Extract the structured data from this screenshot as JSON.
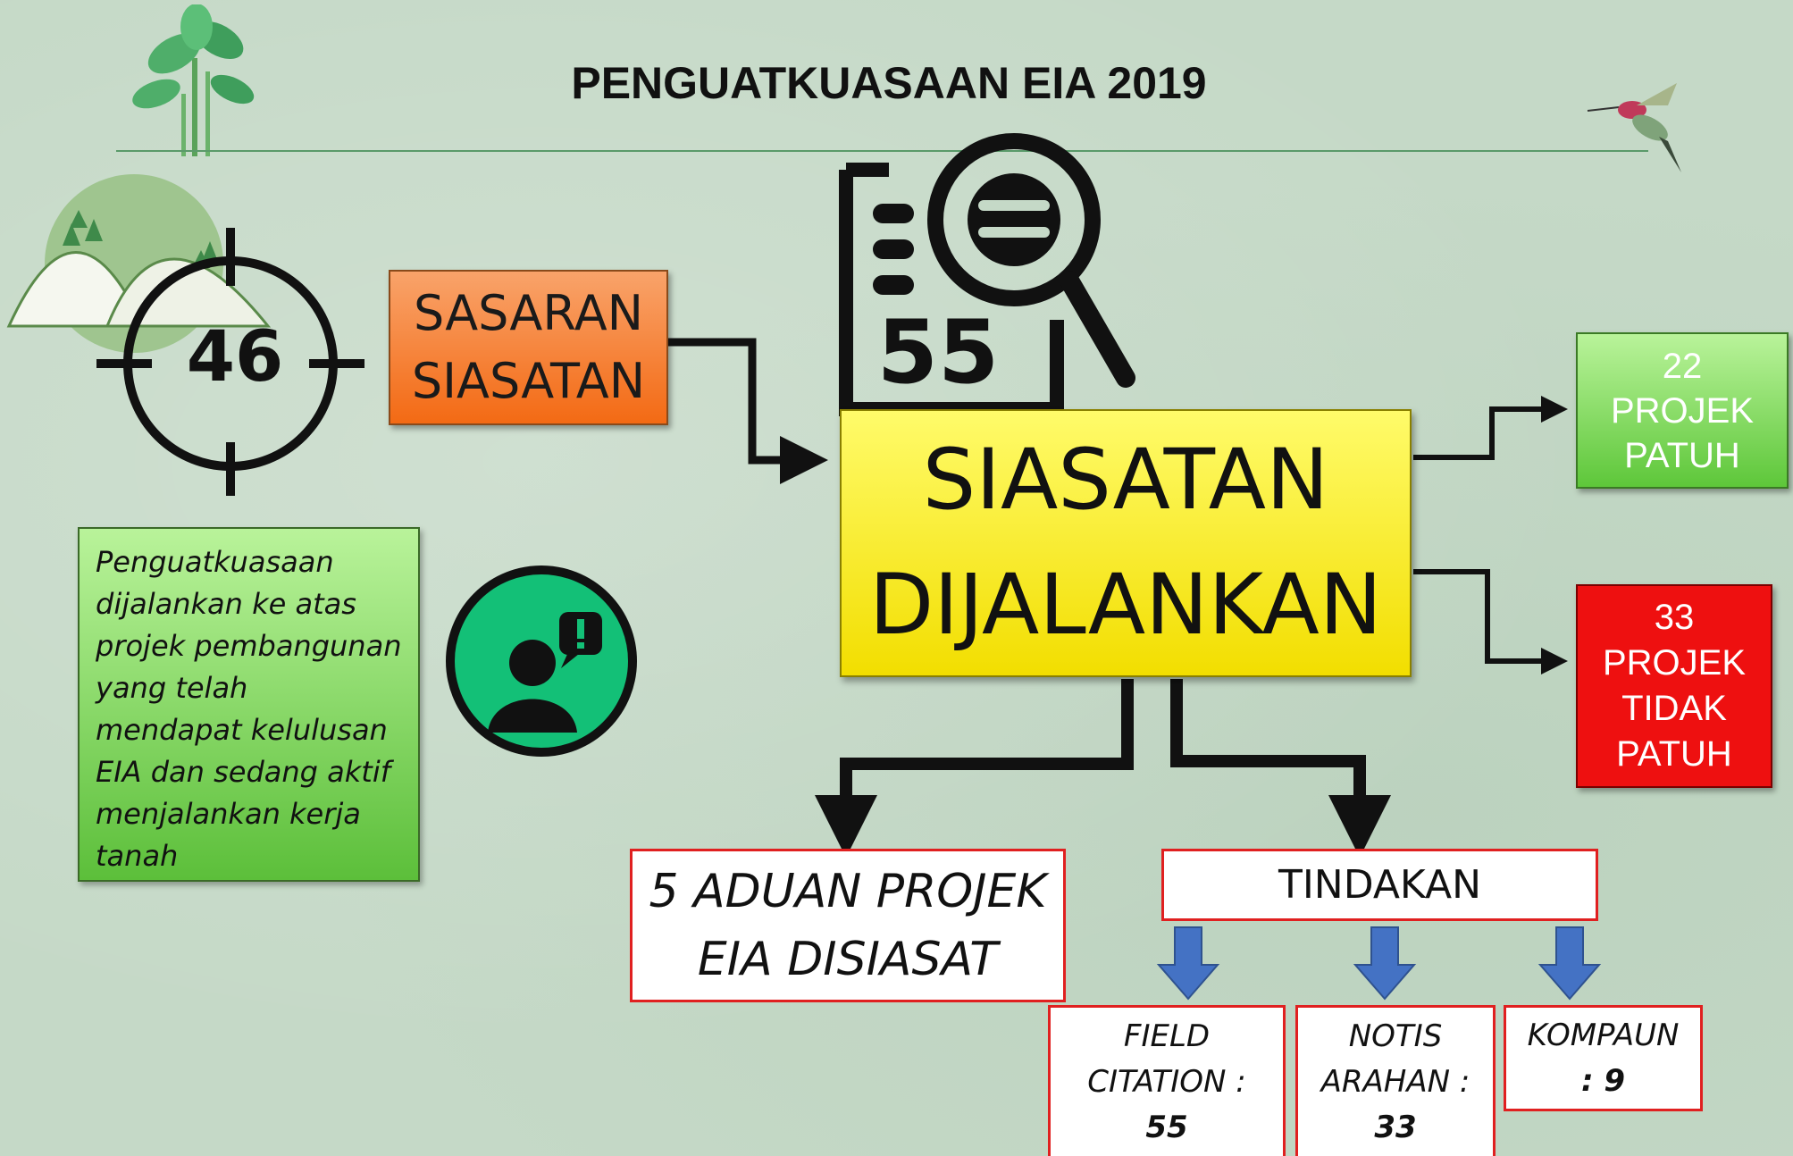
{
  "title": "PENGUATKUASAAN EIA 2019",
  "target": {
    "value": "46"
  },
  "sasaran": {
    "line1": "SASARAN",
    "line2": "SIASATAN"
  },
  "report_count": "55",
  "main": {
    "line1": "SIASATAN",
    "line2": "DIJALANKAN"
  },
  "patuh": {
    "count": "22",
    "line1": "PROJEK",
    "line2": "PATUH"
  },
  "tidak_patuh": {
    "count": "33",
    "line1": "PROJEK",
    "line2": "TIDAK",
    "line3": "PATUH"
  },
  "note": "Penguatkuasaan dijalankan ke atas projek pembangunan yang telah mendapat kelulusan EIA dan sedang aktif menjalankan kerja tanah",
  "aduan": {
    "line1": "5 ADUAN PROJEK",
    "line2": "EIA DISIASAT"
  },
  "tindakan": {
    "label": "TINDAKAN"
  },
  "actions": {
    "field": {
      "line1": "FIELD",
      "line2": "CITATION :",
      "value": "55"
    },
    "notis": {
      "line1": "NOTIS",
      "line2": "ARAHAN :",
      "value": "33"
    },
    "kompaun": {
      "line1": "KOMPAUN",
      "line2": ": 9"
    }
  },
  "icons": [
    "sprout-icon",
    "hummingbird-icon",
    "target-crosshair-icon",
    "mountains-icon",
    "document-magnifier-icon",
    "user-alert-icon"
  ],
  "colors": {
    "background": "#c5d9c7",
    "sasaran": "#f36a14",
    "main": "#f2de00",
    "patuh": "#5ec73a",
    "tidak_patuh": "#ee1010",
    "arrow_blue": "#4472c4"
  }
}
